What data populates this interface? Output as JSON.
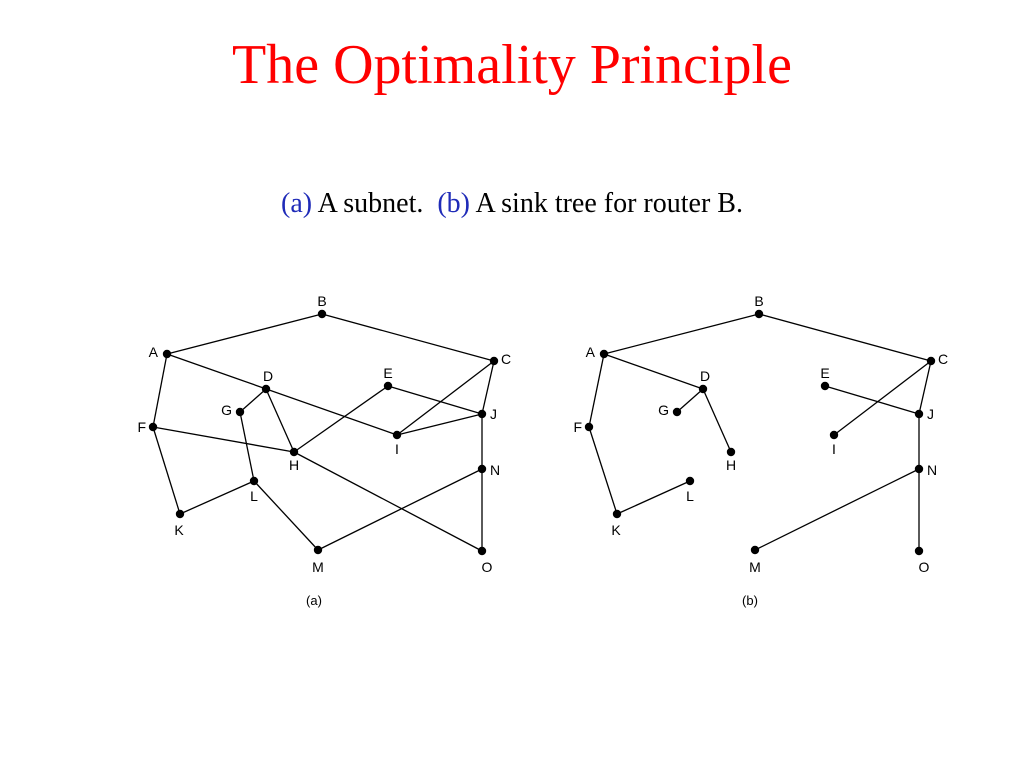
{
  "title": "The Optimality Principle",
  "caption": {
    "a_marker": "(a)",
    "a_text": "A subnet.",
    "b_marker": "(b)",
    "b_text": "A sink tree for router B."
  },
  "colors": {
    "title": "#ff0000",
    "marker": "#1f2bb8",
    "text": "#000000"
  },
  "graphs": [
    {
      "id": "a",
      "label": "(a)",
      "nodes": [
        "A",
        "B",
        "C",
        "D",
        "E",
        "F",
        "G",
        "H",
        "I",
        "J",
        "K",
        "L",
        "M",
        "N",
        "O"
      ],
      "edges": [
        [
          "A",
          "B"
        ],
        [
          "B",
          "C"
        ],
        [
          "A",
          "F"
        ],
        [
          "A",
          "I"
        ],
        [
          "I",
          "J"
        ],
        [
          "I",
          "C"
        ],
        [
          "C",
          "J"
        ],
        [
          "J",
          "N"
        ],
        [
          "N",
          "O"
        ],
        [
          "N",
          "M"
        ],
        [
          "D",
          "H"
        ],
        [
          "D",
          "G"
        ],
        [
          "G",
          "L"
        ],
        [
          "L",
          "K"
        ],
        [
          "K",
          "F"
        ],
        [
          "F",
          "H"
        ],
        [
          "H",
          "E"
        ],
        [
          "E",
          "J"
        ],
        [
          "H",
          "O"
        ],
        [
          "L",
          "M"
        ]
      ]
    },
    {
      "id": "b",
      "label": "(b)",
      "nodes": [
        "A",
        "B",
        "C",
        "D",
        "E",
        "F",
        "G",
        "H",
        "I",
        "J",
        "K",
        "L",
        "M",
        "N",
        "O"
      ],
      "edges": [
        [
          "A",
          "B"
        ],
        [
          "B",
          "C"
        ],
        [
          "A",
          "F"
        ],
        [
          "F",
          "K"
        ],
        [
          "K",
          "L"
        ],
        [
          "A",
          "D"
        ],
        [
          "D",
          "G"
        ],
        [
          "D",
          "H"
        ],
        [
          "C",
          "I"
        ],
        [
          "C",
          "J"
        ],
        [
          "E",
          "J"
        ],
        [
          "J",
          "N"
        ],
        [
          "N",
          "O"
        ],
        [
          "N",
          "M"
        ]
      ]
    }
  ]
}
